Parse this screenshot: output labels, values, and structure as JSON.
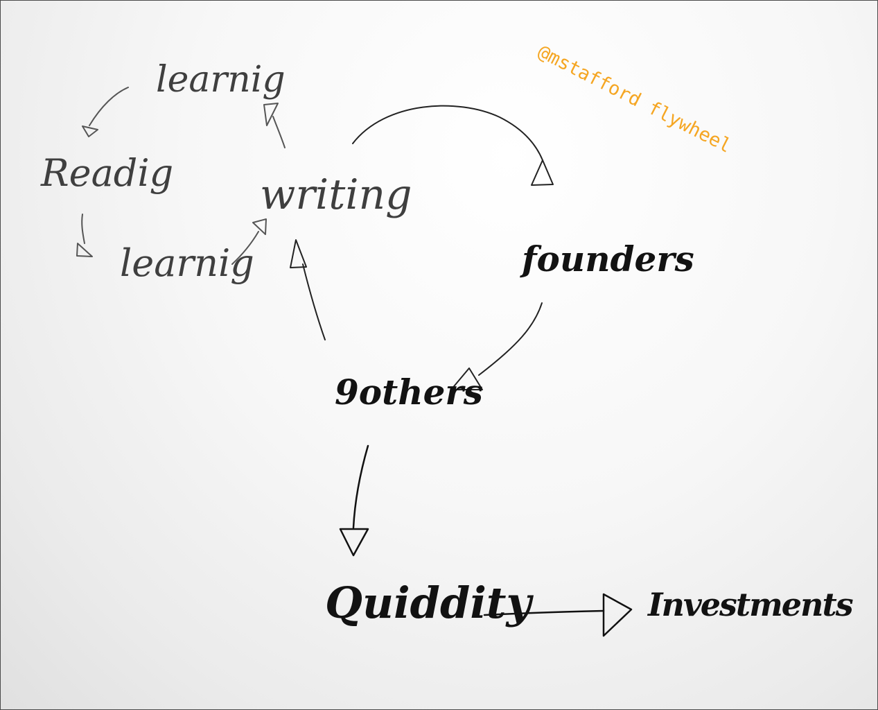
{
  "watermark": {
    "text": "@mstafford flywheel",
    "color": "#f5a623"
  },
  "nodes": {
    "learning_top": "learnig",
    "reading": "Readig",
    "learning_bottom": "learnig",
    "writing": "writing",
    "founders": "founders",
    "others": "9others",
    "quiddity": "Quiddity",
    "investments": "Investments"
  },
  "colors": {
    "pencil": "#555555",
    "ink": "#111111"
  }
}
